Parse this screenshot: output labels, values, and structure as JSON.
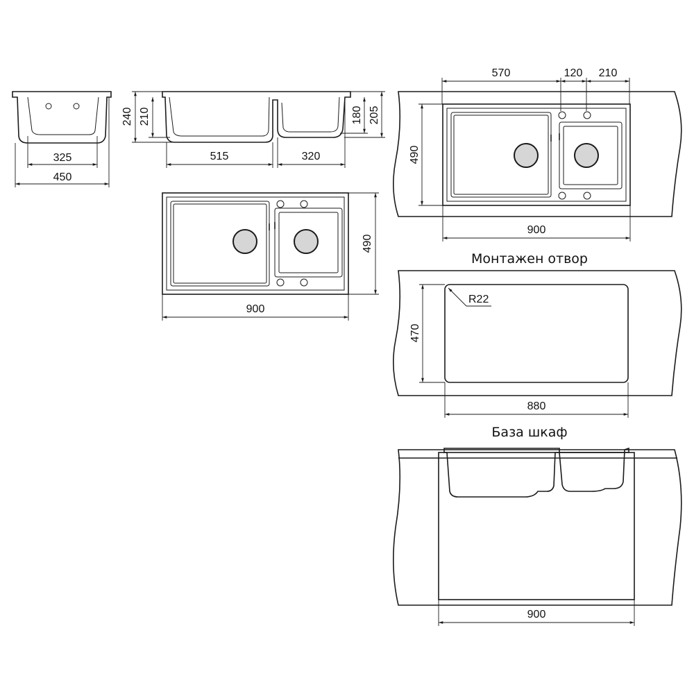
{
  "dimensions": {
    "side_small_inner": "325",
    "side_small_outer": "450",
    "side_height_outer": "240",
    "side_height_inner": "210",
    "front_big_bowl": "515",
    "front_small_bowl": "320",
    "front_small_depth_a": "180",
    "front_small_depth_b": "205",
    "top_width": "900",
    "top_depth": "490",
    "install_bowl_1": "570",
    "install_gap": "120",
    "install_bowl_2": "210",
    "install_depth": "490",
    "install_width": "900",
    "cutout_radius": "R22",
    "cutout_depth": "470",
    "cutout_width": "880",
    "cabinet_width": "900"
  },
  "labels": {
    "cutout_title": "Монтажен отвор",
    "cabinet_title": "База шкаф"
  }
}
